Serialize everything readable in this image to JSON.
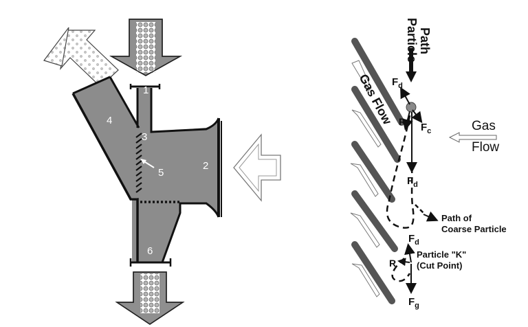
{
  "left_diagram": {
    "zone_labels": [
      "1",
      "2",
      "3",
      "4",
      "5",
      "6"
    ]
  },
  "right_diagram": {
    "particle_path_line1": "Particle",
    "particle_path_line2": "Path",
    "gas_flow_diagonal": "Gas Flow",
    "gas_flow_right_line1": "Gas",
    "gas_flow_right_line2": "Flow",
    "force_labels": {
      "fd_top_base": "F",
      "fd_top_sub": "d",
      "r_top": "R",
      "fc_base": "F",
      "fc_sub": "c",
      "fd_mid_base": "F",
      "fd_mid_sub": "d",
      "fd_low_base": "F",
      "fd_low_sub": "d",
      "r_low": "R",
      "fg_base": "F",
      "fg_sub": "g"
    },
    "coarse_path_line1": "Path of",
    "coarse_path_line2": "Coarse Particle",
    "cut_point_line1": "Particle \"K\"",
    "cut_point_line2": "(Cut Point)"
  },
  "colors": {
    "body_gray": "#8c8c8c",
    "outline": "#111111",
    "louver": "#555555",
    "arrow_fill": "#9a9a9a"
  }
}
